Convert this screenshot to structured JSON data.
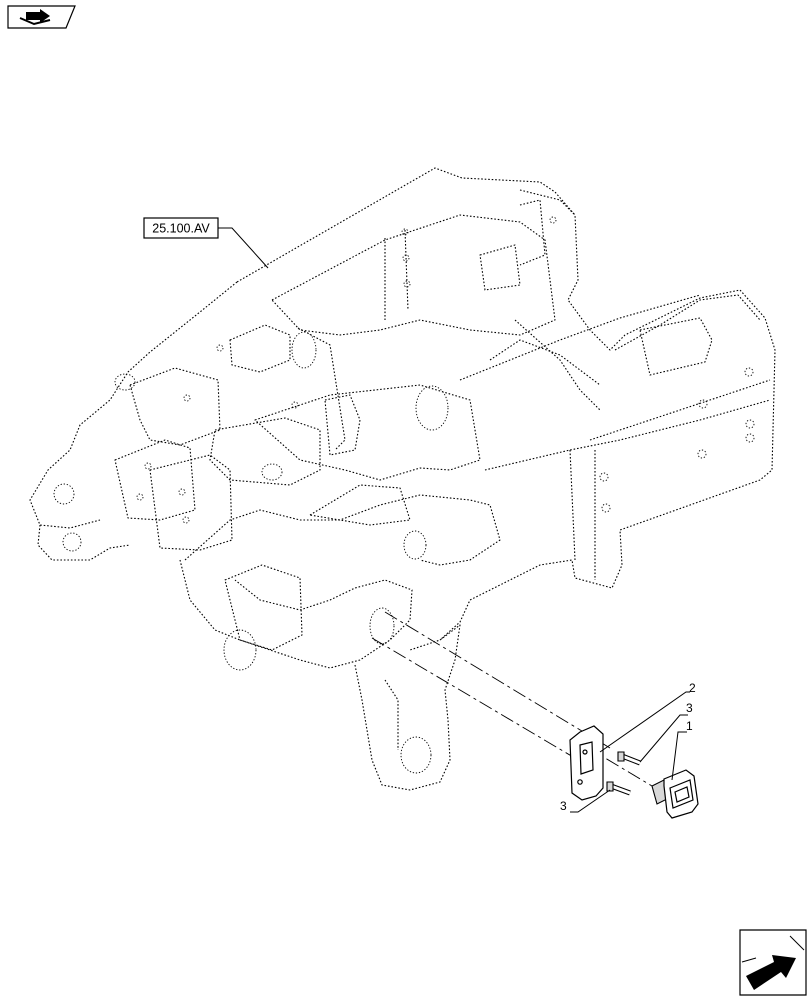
{
  "diagram": {
    "reference_label": "25.100.AV",
    "callouts": [
      {
        "id": "callout-2",
        "label": "2"
      },
      {
        "id": "callout-3-upper",
        "label": "3"
      },
      {
        "id": "callout-1",
        "label": "1"
      },
      {
        "id": "callout-3-lower",
        "label": "3"
      }
    ]
  },
  "icons": {
    "top_left": "book-arrow-icon",
    "bottom_right": "next-page-arrow-icon"
  },
  "colors": {
    "ink": "#000000",
    "background": "#ffffff",
    "shade": "#d8d8d8"
  }
}
